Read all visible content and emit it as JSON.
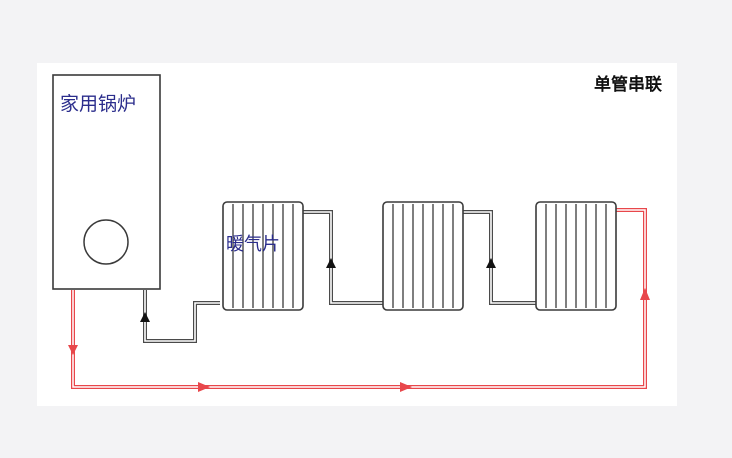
{
  "diagram": {
    "title": "单管串联",
    "boiler_label": "家用锅炉",
    "radiator_label": "暖气片"
  },
  "colors": {
    "supply_pipe": "#e8474b",
    "return_pipe": "#4a4a4a",
    "outline": "#3a3a3a",
    "label_blue": "#2b2d8c",
    "title_text": "#111111"
  },
  "icons": [
    "flow-arrow-up-icon",
    "flow-arrow-right-icon",
    "flow-arrow-down-icon"
  ]
}
